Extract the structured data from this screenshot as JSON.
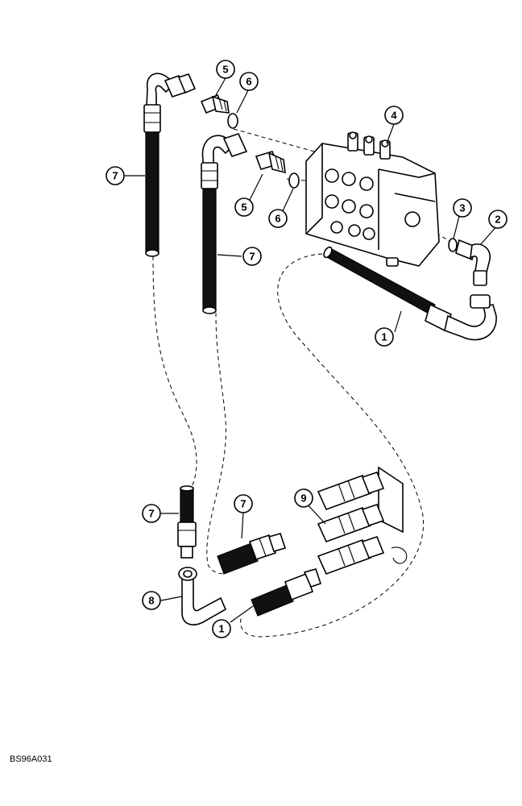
{
  "figure": {
    "code": "BS96A031"
  },
  "callouts": [
    {
      "id": "c5a",
      "label": "5"
    },
    {
      "id": "c6a",
      "label": "6"
    },
    {
      "id": "c4",
      "label": "4"
    },
    {
      "id": "c7a",
      "label": "7"
    },
    {
      "id": "c5b",
      "label": "5"
    },
    {
      "id": "c6b",
      "label": "6"
    },
    {
      "id": "c3",
      "label": "3"
    },
    {
      "id": "c2",
      "label": "2"
    },
    {
      "id": "c7b",
      "label": "7"
    },
    {
      "id": "c1a",
      "label": "1"
    },
    {
      "id": "c7c",
      "label": "7"
    },
    {
      "id": "c7d",
      "label": "7"
    },
    {
      "id": "c9",
      "label": "9"
    },
    {
      "id": "c8",
      "label": "8"
    },
    {
      "id": "c1b",
      "label": "1"
    }
  ]
}
